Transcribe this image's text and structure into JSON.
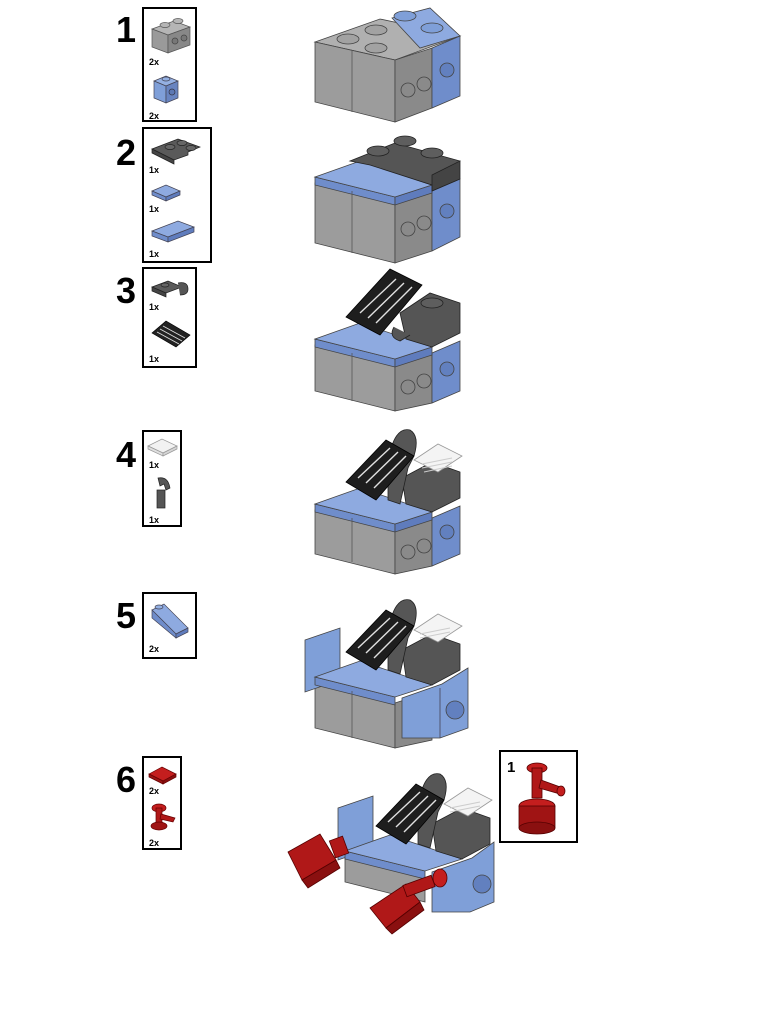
{
  "steps": [
    {
      "number": "1",
      "parts": [
        {
          "icon": "gray-brick-icon",
          "qty": "2x"
        },
        {
          "icon": "blue-side-stud-brick-icon",
          "qty": "2x"
        }
      ]
    },
    {
      "number": "2",
      "parts": [
        {
          "icon": "dark-gray-corner-plate-icon",
          "qty": "1x"
        },
        {
          "icon": "blue-tile-small-icon",
          "qty": "1x"
        },
        {
          "icon": "blue-tile-long-icon",
          "qty": "1x"
        }
      ]
    },
    {
      "number": "3",
      "parts": [
        {
          "icon": "dark-gray-clip-plate-icon",
          "qty": "1x"
        },
        {
          "icon": "black-grille-slope-icon",
          "qty": "1x"
        }
      ]
    },
    {
      "number": "4",
      "parts": [
        {
          "icon": "clear-grille-tile-icon",
          "qty": "1x"
        },
        {
          "icon": "dark-gray-lever-icon",
          "qty": "1x"
        }
      ]
    },
    {
      "number": "5",
      "parts": [
        {
          "icon": "blue-slope-icon",
          "qty": "2x"
        }
      ]
    },
    {
      "number": "6",
      "parts": [
        {
          "icon": "red-plate-icon",
          "qty": "2x"
        },
        {
          "icon": "red-arm-icon",
          "qty": "2x"
        }
      ]
    }
  ],
  "callout": {
    "number": "1",
    "icon": "red-arm-assembly-icon"
  },
  "colors": {
    "gray": "#a3a3a3",
    "gray_dark_side": "#8a8a8a",
    "dark_gray": "#5a5a5a",
    "blue": "#7f9fd8",
    "blue_side": "#6884c0",
    "black": "#1e1e1e",
    "red": "#b01818"
  }
}
